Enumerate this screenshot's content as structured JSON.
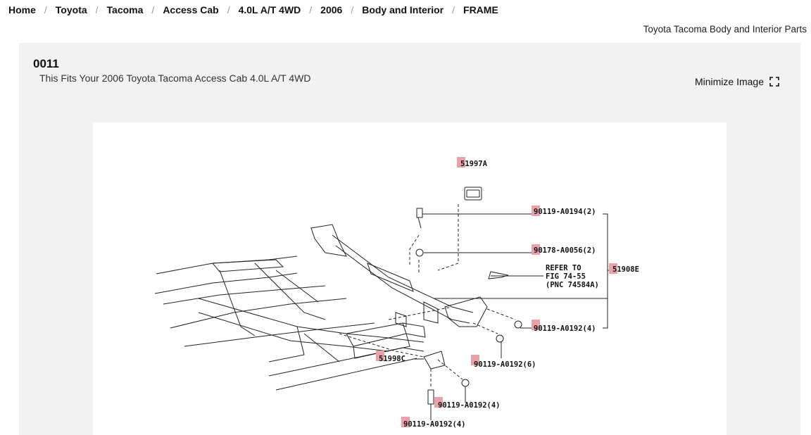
{
  "breadcrumb": [
    {
      "label": "Home"
    },
    {
      "label": "Toyota"
    },
    {
      "label": "Tacoma"
    },
    {
      "label": "Access Cab"
    },
    {
      "label": "4.0L A/T 4WD"
    },
    {
      "label": "2006"
    },
    {
      "label": "Body and Interior"
    },
    {
      "label": "FRAME"
    }
  ],
  "breadcrumb_separator": "/",
  "subheading": "Toyota Tacoma Body and Interior Parts",
  "part": {
    "code": "0011",
    "fits_text": "This Fits Your 2006 Toyota Tacoma Access Cab 4.0L A/T 4WD"
  },
  "minimize_label": "Minimize Image",
  "diagram": {
    "callouts": [
      {
        "id": "c1",
        "text": "51997A"
      },
      {
        "id": "c2",
        "text": "90119-A0194(2)"
      },
      {
        "id": "c3",
        "text": "90178-A0056(2)"
      },
      {
        "id": "c4",
        "text": "REFER TO"
      },
      {
        "id": "c5",
        "text": "FIG 74-55"
      },
      {
        "id": "c6",
        "text": "(PNC 74584A)"
      },
      {
        "id": "c7",
        "text": "51908E"
      },
      {
        "id": "c8",
        "text": "90119-A0192(4)"
      },
      {
        "id": "c9",
        "text": "51998C"
      },
      {
        "id": "c10",
        "text": "90119-A0192(6)"
      },
      {
        "id": "c11",
        "text": "90119-A0192(4)"
      },
      {
        "id": "c12",
        "text": "90119-A0192(4)"
      }
    ]
  },
  "colors": {
    "panel_bg": "#f2f2f2",
    "highlight": "#e9a3a8"
  }
}
